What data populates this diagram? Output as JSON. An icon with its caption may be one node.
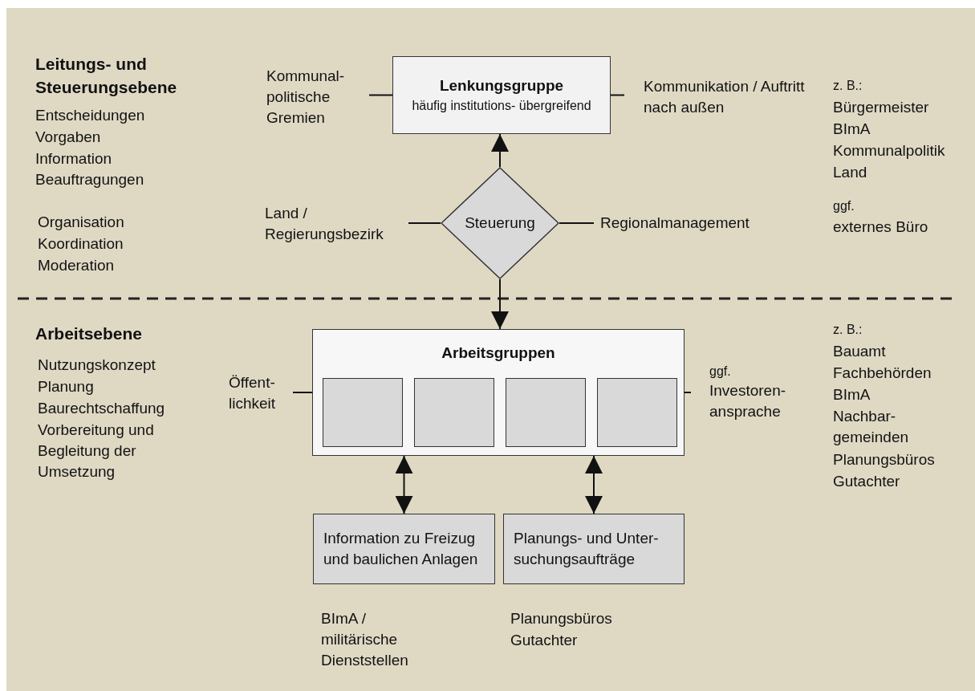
{
  "diagram": {
    "nodes": [
      {
        "text": [
          "Lenkungsgruppe",
          "häufig institutions- übergreifend"
        ]
      },
      {
        "text": [
          "Kommunal- politische Gremien"
        ]
      },
      {
        "text": [
          "Kommunikation / Auftritt nach außen"
        ]
      },
      {
        "text": [
          "Steuerung"
        ]
      },
      {
        "text": [
          "Land / Regierungsbezirk"
        ]
      },
      {
        "text": [
          "Regionalmanagement"
        ]
      },
      {
        "text": [
          "Arbeitsgruppen"
        ]
      },
      {
        "text": [],
        "shape": "box",
        "in": 6
      },
      {
        "text": [],
        "shape": "box",
        "in": 6
      },
      {
        "text": [],
        "shape": "box",
        "in": 6
      },
      {
        "text": [],
        "shape": "box",
        "in": 6
      },
      {
        "text": [
          "Öffent- lichkeit"
        ]
      },
      {
        "text": [
          "ggf.",
          "Investoren- ansprache"
        ]
      },
      {
        "text": [
          "Information zu Freizug und baulichen Anlagen"
        ]
      },
      {
        "text": [
          "Planungs- und Unter- suchungsaufträge"
        ]
      }
    ],
    "edges": [
      {
        "from": 1,
        "to": 0,
        "arrow": "none"
      },
      {
        "from": 0,
        "to": 2,
        "arrow": "none"
      },
      {
        "from": 3,
        "to": 0,
        "arrow": "to"
      },
      {
        "from": 4,
        "to": 3,
        "arrow": "none"
      },
      {
        "from": 3,
        "to": 5,
        "arrow": "none"
      },
      {
        "from": 3,
        "to": 6,
        "arrow": "to"
      },
      {
        "from": 11,
        "to": 6,
        "arrow": "none"
      },
      {
        "from": 6,
        "to": 12,
        "arrow": "none"
      },
      {
        "from": 13,
        "to": 6,
        "arrow": "both"
      },
      {
        "from": 14,
        "to": 6,
        "arrow": "both"
      }
    ],
    "labels": [
      "Leitungs- und Steuerungsebene",
      "Entscheidungen",
      "Vorgaben",
      "Information",
      "Beauftragungen",
      "Organisation",
      "Koordination",
      "Moderation",
      "z. B.:",
      "Bürgermeister",
      "BImA",
      "Kommunalpolitik",
      "Land",
      "ggf.",
      "externes Büro",
      "Arbeitsebene",
      "Nutzungskonzept",
      "Planung",
      "Baurechtschaffung",
      "Vorbereitung und Begleitung der Umsetzung",
      "z. B.:",
      "Bauamt",
      "Fachbehörden",
      "BImA",
      "Nachbar- gemeinden",
      "Planungsbüros",
      "Gutachter",
      "BImA / militärische Dienststellen",
      "Planungsbüros",
      "Gutachter"
    ]
  }
}
